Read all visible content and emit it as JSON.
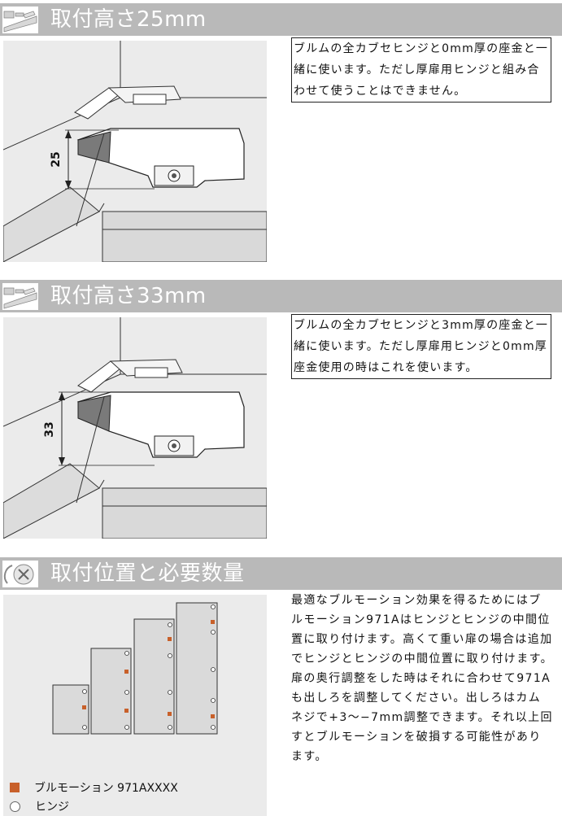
{
  "sections": [
    {
      "title": "取付高さ25mm",
      "icon": "hinge-plate-icon",
      "note": "ブルムの全カブセヒンジと0mm厚の座金と一緒に使います。ただし厚扉用ヒンジと組み合わせて使うことはできません。",
      "dimension_label": "25"
    },
    {
      "title": "取付高さ33mm",
      "icon": "hinge-plate-icon",
      "note": "ブルムの全カブセヒンジと3mm厚の座金と一緒に使います。ただし厚扉用ヒンジと0mm厚座金使用の時はこれを使います。",
      "dimension_label": "33"
    },
    {
      "title": "取付位置と必要数量",
      "icon": "screw-position-icon",
      "paragraphs": [
        "最適なブルモーション効果を得るためにはブルモーション971Aはヒンジとヒンジの中間位置に取り付けます。高くて重い扉の場合は追加でヒンジとヒンジの中間位置に取り付けます。",
        "扉の奥行調整をした時はそれに合わせて971Aも出しろを調整してください。出しろはカムネジで+3〜−7mm調整できます。それ以上回すとブルモーションを破損する可能性があります。"
      ],
      "legend": [
        {
          "label": "ブルモーション 971AXXXX",
          "color": "#c8602a"
        },
        {
          "label": "ヒンジ",
          "color": "#ffffff"
        }
      ]
    }
  ],
  "colors": {
    "header_bg": "#b9b9b9",
    "panel_bg": "#ebebeb",
    "accent": "#c8602a"
  }
}
